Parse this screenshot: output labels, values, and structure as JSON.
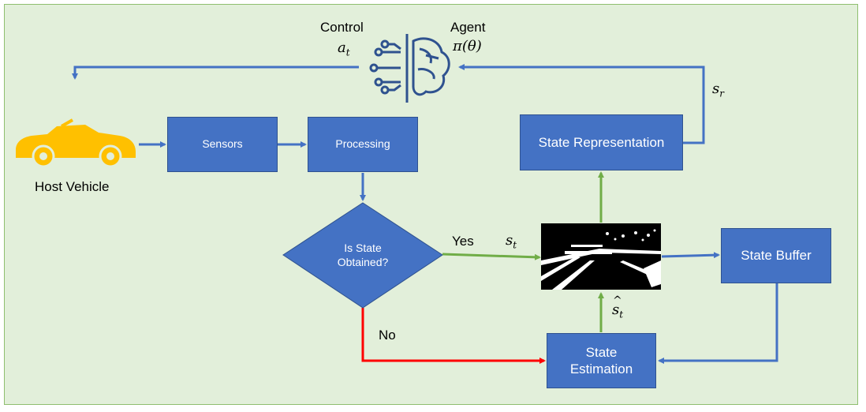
{
  "nodes": {
    "sensors": "Sensors",
    "processing": "Processing",
    "decision": "Is State Obtained?",
    "state_representation": "State Representation",
    "state_buffer": "State Buffer",
    "state_estimation": "State Estimation"
  },
  "labels": {
    "host_vehicle": "Host Vehicle",
    "control": "Control",
    "control_symbol": "a",
    "control_subscript": "t",
    "agent": "Agent",
    "agent_policy": "π(θ)",
    "yes": "Yes",
    "no": "No",
    "s_t": "s",
    "s_t_sub": "t",
    "s_r": "s",
    "s_r_sub": "r",
    "s_hat": "s",
    "s_hat_sub": "t"
  },
  "colors": {
    "background": "#e2efda",
    "box": "#4472c4",
    "arrow_blue": "#4472c4",
    "arrow_green": "#70ad47",
    "arrow_red": "#ff0000",
    "car": "#ffc000"
  },
  "icons": [
    "car-icon",
    "brain-circuit-icon",
    "road-lane-image"
  ]
}
